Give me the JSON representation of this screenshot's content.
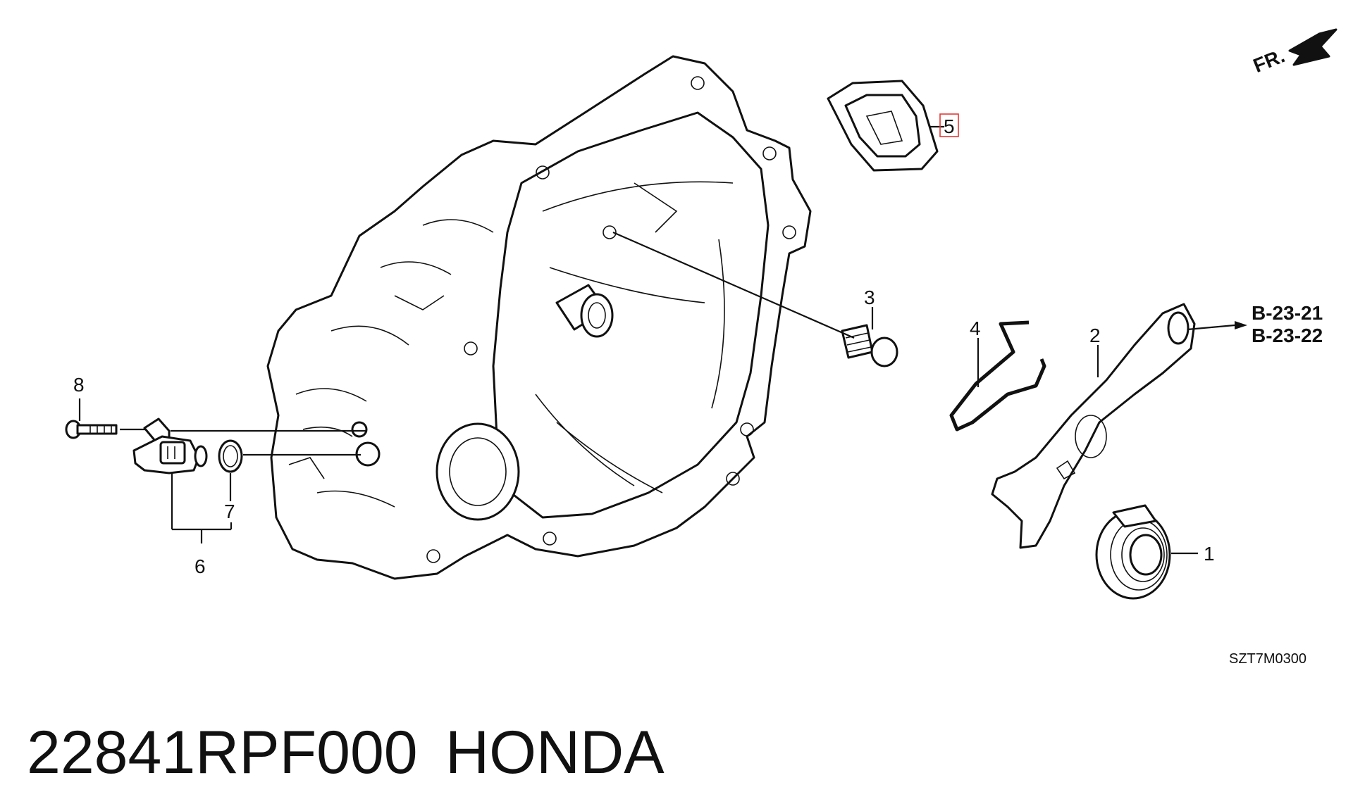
{
  "orientation": {
    "label": "FR.",
    "icon": "front-arrow-icon"
  },
  "callouts": [
    {
      "id": "1",
      "label": "1"
    },
    {
      "id": "2",
      "label": "2"
    },
    {
      "id": "3",
      "label": "3"
    },
    {
      "id": "4",
      "label": "4"
    },
    {
      "id": "5",
      "label": "5",
      "highlighted": true,
      "highlight_color": "#e53935"
    },
    {
      "id": "6",
      "label": "6"
    },
    {
      "id": "7",
      "label": "7"
    },
    {
      "id": "8",
      "label": "8"
    }
  ],
  "references": [
    "B-23-21",
    "B-23-22"
  ],
  "diagram_code": "SZT7M0300",
  "caption": {
    "part_number": "22841RPF000",
    "brand": "HONDA"
  }
}
